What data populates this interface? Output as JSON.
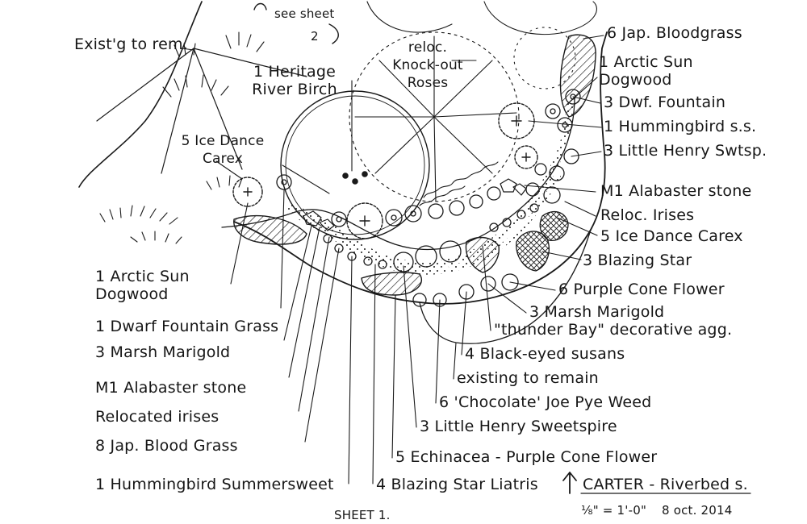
{
  "ink_color": "#1a1a1a",
  "paper_color": "#ffffff",
  "top_notes": {
    "existing_to_remain": "Exist'g to rem.",
    "see_sheet": "see sheet",
    "see_sheet_number": "2",
    "heritage_birch": "1 Heritage River Birch",
    "relocated_roses": "reloc. Knock-out Roses",
    "ice_dance_carex_top": "5 Ice Dance Carex"
  },
  "right_labels": [
    "6 Jap. Bloodgrass",
    "1 Arctic Sun Dogwood",
    "3 Dwf. Fountain",
    "1 Hummingbird s.s.",
    "3 Little Henry Swtsp.",
    "M1 Alabaster stone",
    "Reloc. Irises",
    "5 Ice Dance Carex",
    "3 Blazing Star",
    "6 Purple Cone Flower",
    "3 Marsh Marigold",
    "\"thunder Bay\" decorative agg.",
    "4 Black-eyed susans",
    "existing to remain",
    "6 'Chocolate' Joe Pye Weed",
    "3 Little Henry Sweetspire",
    "5 Echinacea - Purple Cone Flower",
    "4 Blazing Star Liatris"
  ],
  "left_labels": [
    "1 Arctic Sun Dogwood",
    "1 Dwarf Fountain Grass",
    "3 Marsh Marigold",
    "M1 Alabaster stone",
    "Relocated irises",
    "8 Jap. Blood Grass",
    "1 Hummingbird Summersweet"
  ],
  "title_block": {
    "sheet": "SHEET 1.",
    "designer": "CARTER - Riverbed s.",
    "scale": "⅛\" = 1'-0\"",
    "date": "8 oct. 2014"
  }
}
